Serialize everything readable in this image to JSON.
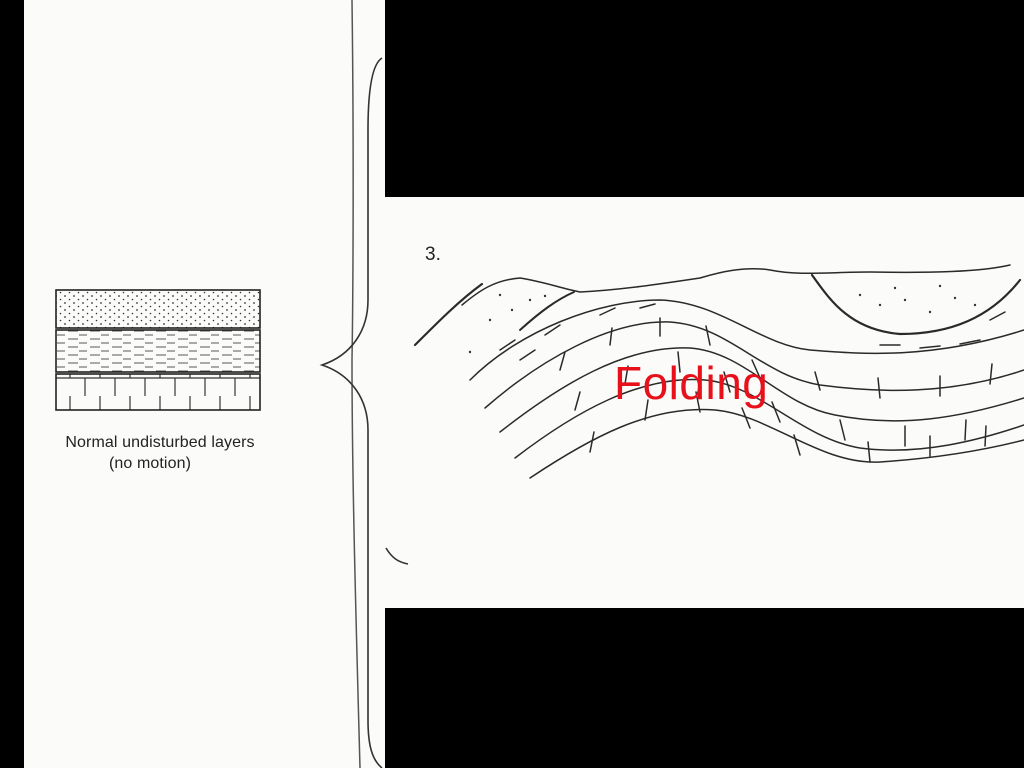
{
  "left_panel": {
    "caption_line1": "Normal undisturbed layers",
    "caption_line2": "(no motion)"
  },
  "right_panel": {
    "item_number": "3.",
    "label": "Folding",
    "label_color": "#e8101a"
  },
  "layers": [
    "sandstone",
    "shale",
    "limestone"
  ]
}
